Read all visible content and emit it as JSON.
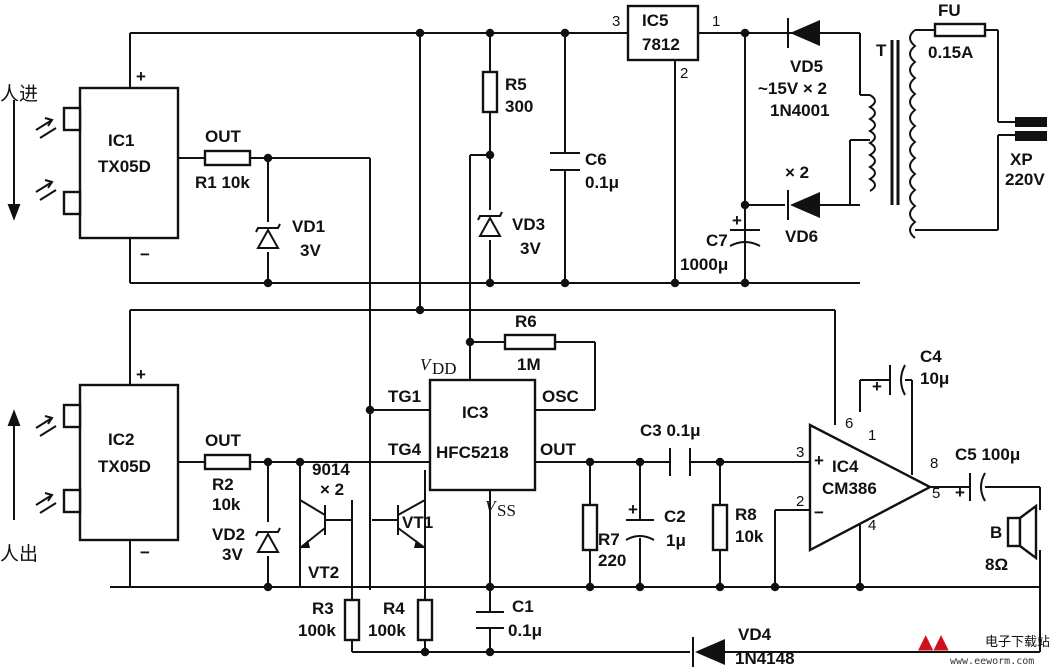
{
  "labels": {
    "ic1_name": "IC1",
    "ic1_type": "TX05D",
    "ic2_name": "IC2",
    "ic2_type": "TX05D",
    "ic3_name": "IC3",
    "ic3_type": "HFC5218",
    "ic4_name": "IC4",
    "ic4_type": "CM386",
    "ic5_name": "IC5",
    "ic5_type": "7812",
    "out1": "OUT",
    "out2": "OUT",
    "r1": "R1  10k",
    "r2_name": "R2",
    "r2_val": "10k",
    "r3_name": "R3",
    "r3_val": "100k",
    "r4_name": "R4",
    "r4_val": "100k",
    "r5_name": "R5",
    "r5_val": "300",
    "r6_name": "R6",
    "r6_val": "1M",
    "r7_name": "R7",
    "r7_val": "220",
    "r8_name": "R8",
    "r8_val": "10k",
    "vd1_name": "VD1",
    "vd1_val": "3V",
    "vd2_name": "VD2",
    "vd2_val": "3V",
    "vd3_name": "VD3",
    "vd3_val": "3V",
    "vd4_name": "VD4",
    "vd4_val": "1N4148",
    "vd5_name": "VD5",
    "vd5_val1": "~15V × 2",
    "vd5_val2": "1N4001",
    "vd6_name": "VD6",
    "vd6_x2": "× 2",
    "c1_name": "C1",
    "c1_val": "0.1μ",
    "c2_name": "C2",
    "c2_val": "1μ",
    "c3": "C3  0.1μ",
    "c4_name": "C4",
    "c4_val": "10μ",
    "c5": "C5  100μ",
    "c6_name": "C6",
    "c6_val": "0.1μ",
    "c7_name": "C7",
    "c7_val": "1000μ",
    "fu_name": "FU",
    "fu_val": "0.15A",
    "t_name": "T",
    "xp_name": "XP",
    "xp_val": "220V",
    "b_name": "B",
    "b_val": "8Ω",
    "vt1": "VT1",
    "vt2": "VT2",
    "vt_type1": "9014",
    "vt_type2": "× 2",
    "tg1": "TG1",
    "tg4": "TG4",
    "osc": "OSC",
    "ic3_out": "OUT",
    "vdd": "V",
    "vdd_sub": "DD",
    "vss": "V",
    "vss_sub": "SS",
    "in_label": "人进",
    "out_label": "人出",
    "plus": "+",
    "minus": "−"
  },
  "pins": {
    "ic5_1": "1",
    "ic5_2": "2",
    "ic5_3": "3",
    "ic4_2": "2",
    "ic4_3": "3",
    "ic4_4": "4",
    "ic4_5": "5",
    "ic4_6": "6",
    "ic4_8": "8",
    "ic4_1": "1"
  },
  "watermark": {
    "logo": "电子下载站",
    "site": "www.eeworm.com"
  }
}
